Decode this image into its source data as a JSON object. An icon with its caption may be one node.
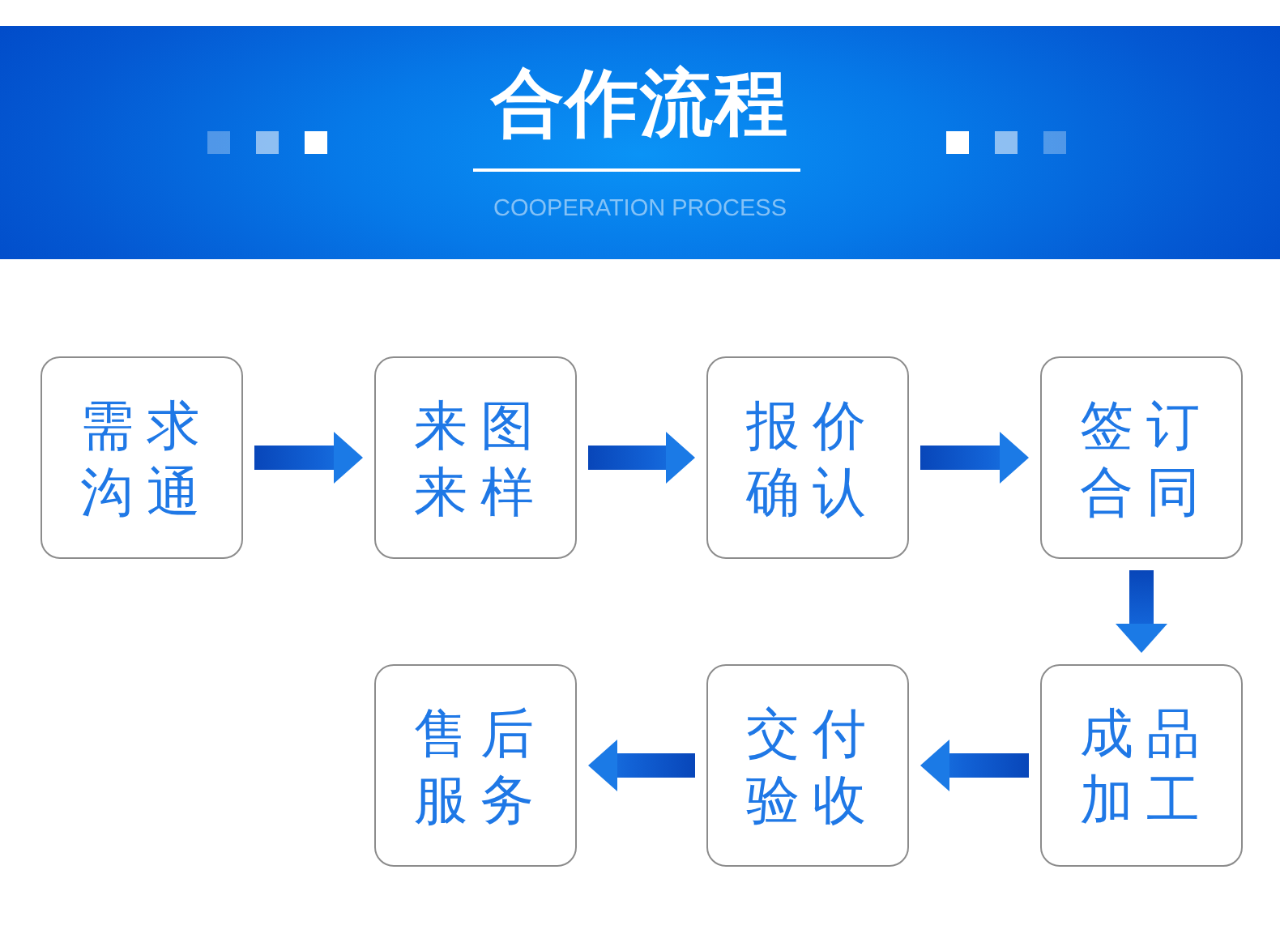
{
  "diagram": {
    "title": "合作流程",
    "nodes": [
      {
        "text": [
          "需求沟通"
        ]
      },
      {
        "text": [
          "来图来样"
        ]
      },
      {
        "text": [
          "报价确认"
        ]
      },
      {
        "text": [
          "签订合同"
        ]
      },
      {
        "text": [
          "成品加工"
        ]
      },
      {
        "text": [
          "交付验收"
        ]
      },
      {
        "text": [
          "售后服务"
        ]
      }
    ],
    "edges": [
      {
        "from": 0,
        "to": 1,
        "arrow": "to"
      },
      {
        "from": 1,
        "to": 2,
        "arrow": "to"
      },
      {
        "from": 2,
        "to": 3,
        "arrow": "to"
      },
      {
        "from": 3,
        "to": 4,
        "arrow": "to"
      },
      {
        "from": 4,
        "to": 5,
        "arrow": "to"
      },
      {
        "from": 5,
        "to": 6,
        "arrow": "to"
      }
    ],
    "labels": [
      "COOPERATION PROCESS"
    ]
  }
}
